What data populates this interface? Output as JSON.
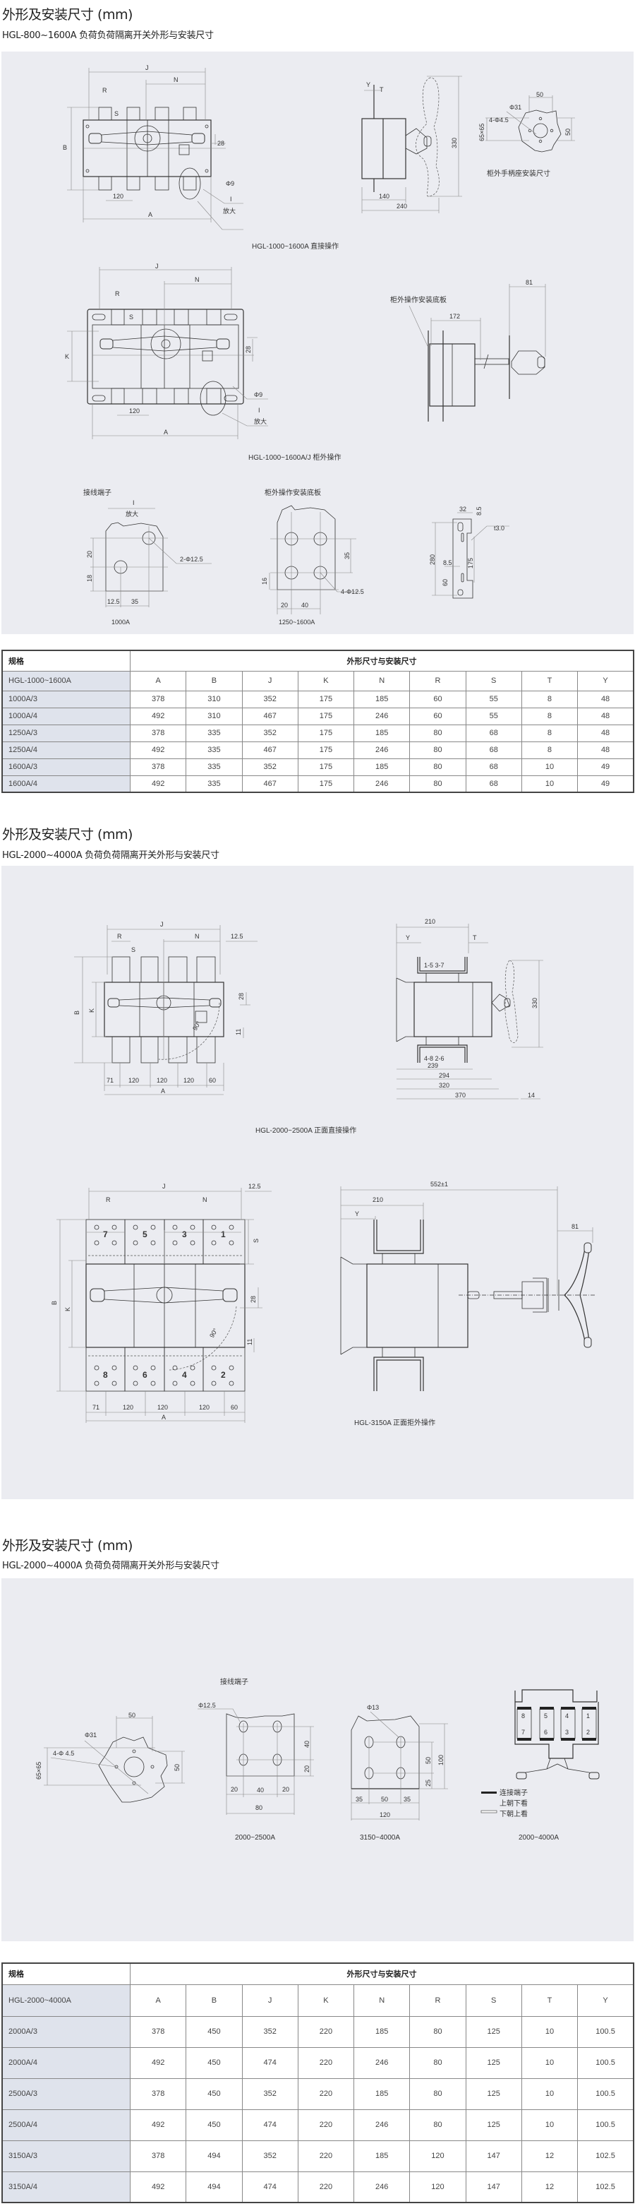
{
  "section1": {
    "title": "外形及安装尺寸 (mm)",
    "subtitle": "HGL-800~1600A 负荷负荷隔离开关外形与安装尺寸",
    "front_direct_dims": [
      "J",
      "N",
      "R",
      "S",
      "28",
      "B",
      "120",
      "Φ9",
      "I",
      "放大",
      "A"
    ],
    "side_direct_dims": [
      "Y",
      "T",
      "330",
      "140",
      "240"
    ],
    "handle_seat_dims": [
      "50",
      "Φ31",
      "4-Φ4.5",
      "65×65",
      "50"
    ],
    "handle_seat_caption": "柜外手柄座安装尺寸",
    "caption_direct": "HGL-1000~1600A 直接操作",
    "front_ext_dims": [
      "J",
      "N",
      "R",
      "S",
      "K",
      "28",
      "Φ9",
      "I",
      "放大",
      "120",
      "A"
    ],
    "side_ext_dims": [
      "柜外操作安装底板",
      "172",
      "81"
    ],
    "caption_external": "HGL-1000~1600A/J 柜外操作",
    "terminal_heading": "接线端子",
    "plate_heading": "柜外操作安装底板",
    "terminal_dims": [
      "I",
      "放大",
      "20",
      "18",
      "2-Φ12.5",
      "12.5",
      "35"
    ],
    "terminal_caption": "1000A",
    "plate_dims": [
      "35",
      "16",
      "4-Φ12.5",
      "20",
      "40"
    ],
    "plate_caption": "1250~1600A",
    "bracket_dims": [
      "32",
      "8.5",
      "t3.0",
      "280",
      "175",
      "8.5",
      "60"
    ]
  },
  "table1": {
    "spec_label": "规格",
    "group_label": "外形尺寸与安装尺寸",
    "model": "HGL-1000~1600A",
    "columns": [
      "A",
      "B",
      "J",
      "K",
      "N",
      "R",
      "S",
      "T",
      "Y"
    ],
    "rows": [
      {
        "name": "1000A/3",
        "values": [
          "378",
          "310",
          "352",
          "175",
          "185",
          "60",
          "55",
          "8",
          "48"
        ]
      },
      {
        "name": "1000A/4",
        "values": [
          "492",
          "310",
          "467",
          "175",
          "246",
          "60",
          "55",
          "8",
          "48"
        ]
      },
      {
        "name": "1250A/3",
        "values": [
          "378",
          "335",
          "352",
          "175",
          "185",
          "80",
          "68",
          "8",
          "48"
        ]
      },
      {
        "name": "1250A/4",
        "values": [
          "492",
          "335",
          "467",
          "175",
          "246",
          "80",
          "68",
          "8",
          "48"
        ]
      },
      {
        "name": "1600A/3",
        "values": [
          "378",
          "335",
          "352",
          "175",
          "185",
          "80",
          "68",
          "10",
          "49"
        ]
      },
      {
        "name": "1600A/4",
        "values": [
          "492",
          "335",
          "467",
          "175",
          "246",
          "80",
          "68",
          "10",
          "49"
        ]
      }
    ]
  },
  "section2": {
    "title": "外形及安装尺寸 (mm)",
    "subtitle": "HGL-2000~4000A 负荷负荷隔离开关外形与安装尺寸",
    "front_2500_dims": [
      "J",
      "R",
      "N",
      "12.5",
      "S",
      "B",
      "K",
      "28",
      "11",
      "90°",
      "71",
      "120",
      "120",
      "120",
      "60",
      "A"
    ],
    "side_2500_dims": [
      "210",
      "Y",
      "T",
      "1-5 3-7",
      "4-8 2-6",
      "239",
      "294",
      "320",
      "370",
      "14",
      "330"
    ],
    "caption_2500": "HGL-2000~2500A 正面直接操作",
    "front_3150_dims": [
      "J",
      "12.5",
      "R",
      "N",
      "S",
      "B",
      "K",
      "28",
      "11",
      "90°",
      "71",
      "120",
      "120",
      "120",
      "60",
      "A"
    ],
    "terminal_numbers_top": [
      "7",
      "5",
      "3",
      "1"
    ],
    "terminal_numbers_bottom": [
      "8",
      "6",
      "4",
      "2"
    ],
    "side_3150_dims": [
      "552±1",
      "210",
      "Y",
      "81"
    ],
    "caption_3150": "HGL-3150A 正面拒外操作"
  },
  "section3": {
    "title": "外形及安装尺寸 (mm)",
    "subtitle": "HGL-2000~4000A 负荷负荷隔离开关外形与安装尺寸",
    "terminal_heading": "接线端子",
    "seat_dims": [
      "50",
      "Φ31",
      "4-Φ 4.5",
      "65×65",
      "50"
    ],
    "t2500_dims": [
      "Φ12.5",
      "40",
      "20",
      "20",
      "40",
      "20",
      "80"
    ],
    "t2500_caption": "2000~2500A",
    "t4000_dims": [
      "Φ13",
      "50",
      "100",
      "25",
      "35",
      "50",
      "35",
      "120"
    ],
    "t4000_caption": "3150~4000A",
    "contacts": [
      [
        "8",
        "7"
      ],
      [
        "5",
        "6"
      ],
      [
        "4",
        "3"
      ],
      [
        "1",
        "2"
      ]
    ],
    "legend": [
      "连接端子",
      "上朝下看",
      "下朝上看"
    ],
    "contacts_caption": "2000~4000A"
  },
  "table2": {
    "spec_label": "规格",
    "group_label": "外形尺寸与安装尺寸",
    "model": "HGL-2000~4000A",
    "columns": [
      "A",
      "B",
      "J",
      "K",
      "N",
      "R",
      "S",
      "T",
      "Y"
    ],
    "rows": [
      {
        "name": "2000A/3",
        "values": [
          "378",
          "450",
          "352",
          "220",
          "185",
          "80",
          "125",
          "10",
          "100.5"
        ]
      },
      {
        "name": "2000A/4",
        "values": [
          "492",
          "450",
          "474",
          "220",
          "246",
          "80",
          "125",
          "10",
          "100.5"
        ]
      },
      {
        "name": "2500A/3",
        "values": [
          "378",
          "450",
          "352",
          "220",
          "185",
          "80",
          "125",
          "10",
          "100.5"
        ]
      },
      {
        "name": "2500A/4",
        "values": [
          "492",
          "450",
          "474",
          "220",
          "246",
          "80",
          "125",
          "10",
          "100.5"
        ]
      },
      {
        "name": "3150A/3",
        "values": [
          "378",
          "494",
          "352",
          "220",
          "185",
          "120",
          "147",
          "12",
          "102.5"
        ]
      },
      {
        "name": "3150A/4",
        "values": [
          "492",
          "494",
          "474",
          "220",
          "246",
          "120",
          "147",
          "12",
          "102.5"
        ]
      }
    ]
  }
}
